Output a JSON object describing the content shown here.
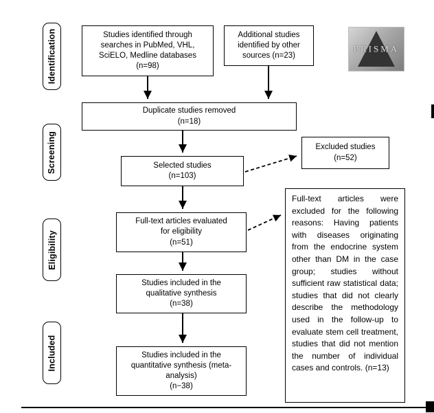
{
  "stages": [
    {
      "label": "Identification"
    },
    {
      "label": "Screening"
    },
    {
      "label": "Eligibility"
    },
    {
      "label": "Included"
    }
  ],
  "boxes": {
    "db_search": "Studies identified through\nsearches in PubMed, VHL,\nSciELO, Medline databases\n(n=98)",
    "other_sources": "Additional studies\nidentified by other\nsources (n=23)",
    "duplicates_removed": "Duplicate studies removed\n(n=18)",
    "selected": "Selected studies\n(n=103)",
    "excluded": "Excluded studies\n(n=52)",
    "fulltext": "Full-text articles evaluated\nfor eligibility\n(n=51)",
    "fulltext_excluded": "Full-text articles were excluded for the following reasons: Having patients with diseases originating from the endocrine system other than DM in the case group; studies without sufficient raw statistical data; studies that did not clearly describe the methodology used in the follow-up to evaluate stem cell treatment, studies that did not mention the number of individual cases and controls. (n=13)",
    "qualitative": "Studies included in the\nqualitative synthesis\n(n=38)",
    "quantitative": "Studies included in the\nquantitative synthesis (meta-\nanalysis)\n(n−38)"
  },
  "logo": {
    "text": "PRISMA"
  },
  "colors": {
    "box_border": "#000000",
    "text": "#000000",
    "logo_bg": "#a9a9a9",
    "logo_triangle": "#333333"
  }
}
